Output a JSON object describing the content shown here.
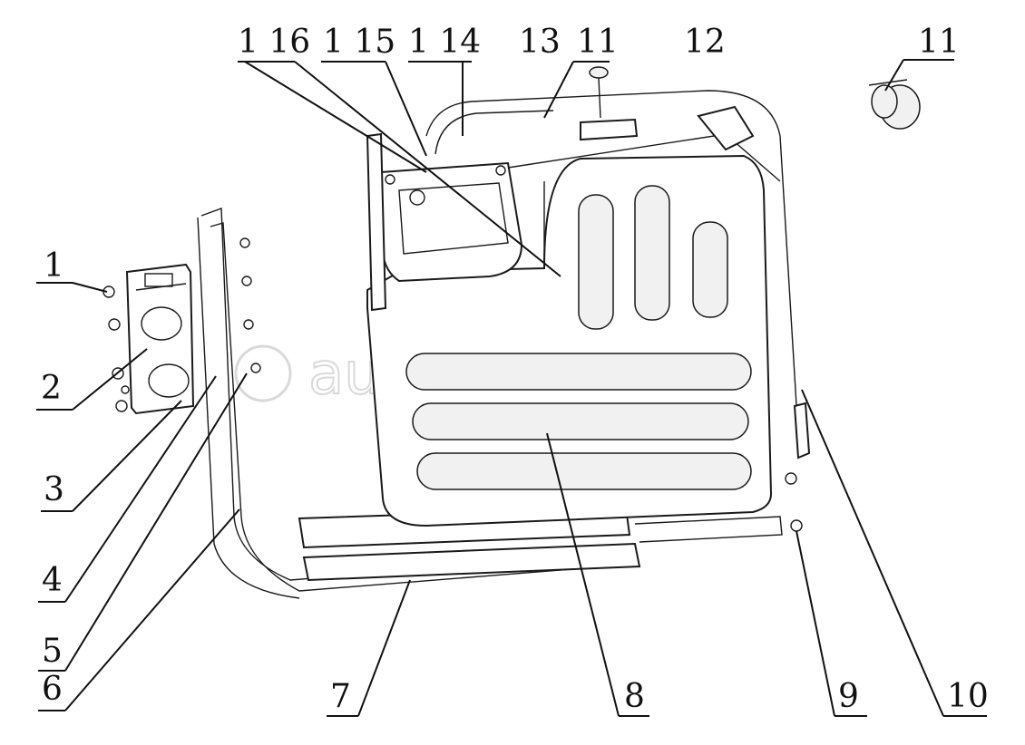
{
  "watermark": "autopiter.ru",
  "callouts": [
    {
      "id": "c1",
      "label": "1"
    },
    {
      "id": "c2",
      "label": "2"
    },
    {
      "id": "c3",
      "label": "3"
    },
    {
      "id": "c4",
      "label": "4"
    },
    {
      "id": "c5",
      "label": "5"
    },
    {
      "id": "c6",
      "label": "6"
    },
    {
      "id": "c7",
      "label": "7"
    },
    {
      "id": "c8",
      "label": "8"
    },
    {
      "id": "c9",
      "label": "9"
    },
    {
      "id": "c10",
      "label": "10"
    },
    {
      "id": "c11a",
      "label": "11"
    },
    {
      "id": "c11b",
      "label": "11"
    },
    {
      "id": "c12",
      "label": "12"
    },
    {
      "id": "c13",
      "label": "13"
    },
    {
      "id": "c14",
      "label": "1 14"
    },
    {
      "id": "c15",
      "label": "1 15"
    },
    {
      "id": "c16",
      "label": "1 16"
    }
  ]
}
